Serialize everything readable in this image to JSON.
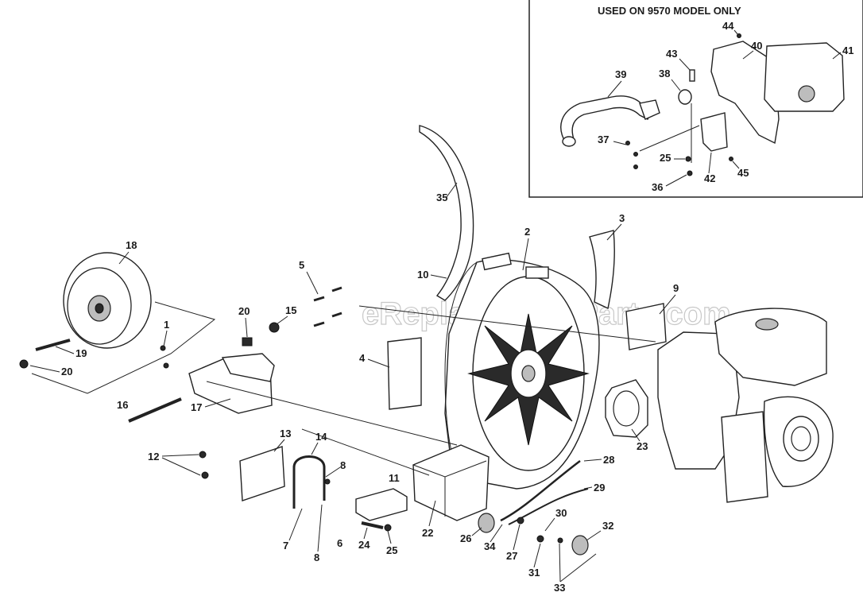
{
  "inset": {
    "title": "USED ON 9570 MODEL ONLY"
  },
  "watermark": "eReplacementParts.com",
  "callouts": [
    {
      "id": "c1",
      "label": "1"
    },
    {
      "id": "c2",
      "label": "2"
    },
    {
      "id": "c3",
      "label": "3"
    },
    {
      "id": "c4",
      "label": "4"
    },
    {
      "id": "c5",
      "label": "5"
    },
    {
      "id": "c6",
      "label": "6"
    },
    {
      "id": "c7",
      "label": "7"
    },
    {
      "id": "c8a",
      "label": "8"
    },
    {
      "id": "c8b",
      "label": "8"
    },
    {
      "id": "c9",
      "label": "9"
    },
    {
      "id": "c10",
      "label": "10"
    },
    {
      "id": "c11",
      "label": "11"
    },
    {
      "id": "c12",
      "label": "12"
    },
    {
      "id": "c13",
      "label": "13"
    },
    {
      "id": "c14",
      "label": "14"
    },
    {
      "id": "c15",
      "label": "15"
    },
    {
      "id": "c16",
      "label": "16"
    },
    {
      "id": "c17",
      "label": "17"
    },
    {
      "id": "c18",
      "label": "18"
    },
    {
      "id": "c19",
      "label": "19"
    },
    {
      "id": "c20a",
      "label": "20"
    },
    {
      "id": "c20b",
      "label": "20"
    },
    {
      "id": "c22",
      "label": "22"
    },
    {
      "id": "c23",
      "label": "23"
    },
    {
      "id": "c24",
      "label": "24"
    },
    {
      "id": "c25a",
      "label": "25"
    },
    {
      "id": "c26",
      "label": "26"
    },
    {
      "id": "c27",
      "label": "27"
    },
    {
      "id": "c28",
      "label": "28"
    },
    {
      "id": "c29",
      "label": "29"
    },
    {
      "id": "c30",
      "label": "30"
    },
    {
      "id": "c31",
      "label": "31"
    },
    {
      "id": "c32",
      "label": "32"
    },
    {
      "id": "c33",
      "label": "33"
    },
    {
      "id": "c34",
      "label": "34"
    },
    {
      "id": "c35",
      "label": "35"
    },
    {
      "id": "c36",
      "label": "36"
    },
    {
      "id": "c37",
      "label": "37"
    },
    {
      "id": "c38",
      "label": "38"
    },
    {
      "id": "c39",
      "label": "39"
    },
    {
      "id": "c40",
      "label": "40"
    },
    {
      "id": "c41",
      "label": "41"
    },
    {
      "id": "c42",
      "label": "42"
    },
    {
      "id": "c43",
      "label": "43"
    },
    {
      "id": "c44",
      "label": "44"
    },
    {
      "id": "c45",
      "label": "45"
    },
    {
      "id": "c25b",
      "label": "25"
    }
  ]
}
